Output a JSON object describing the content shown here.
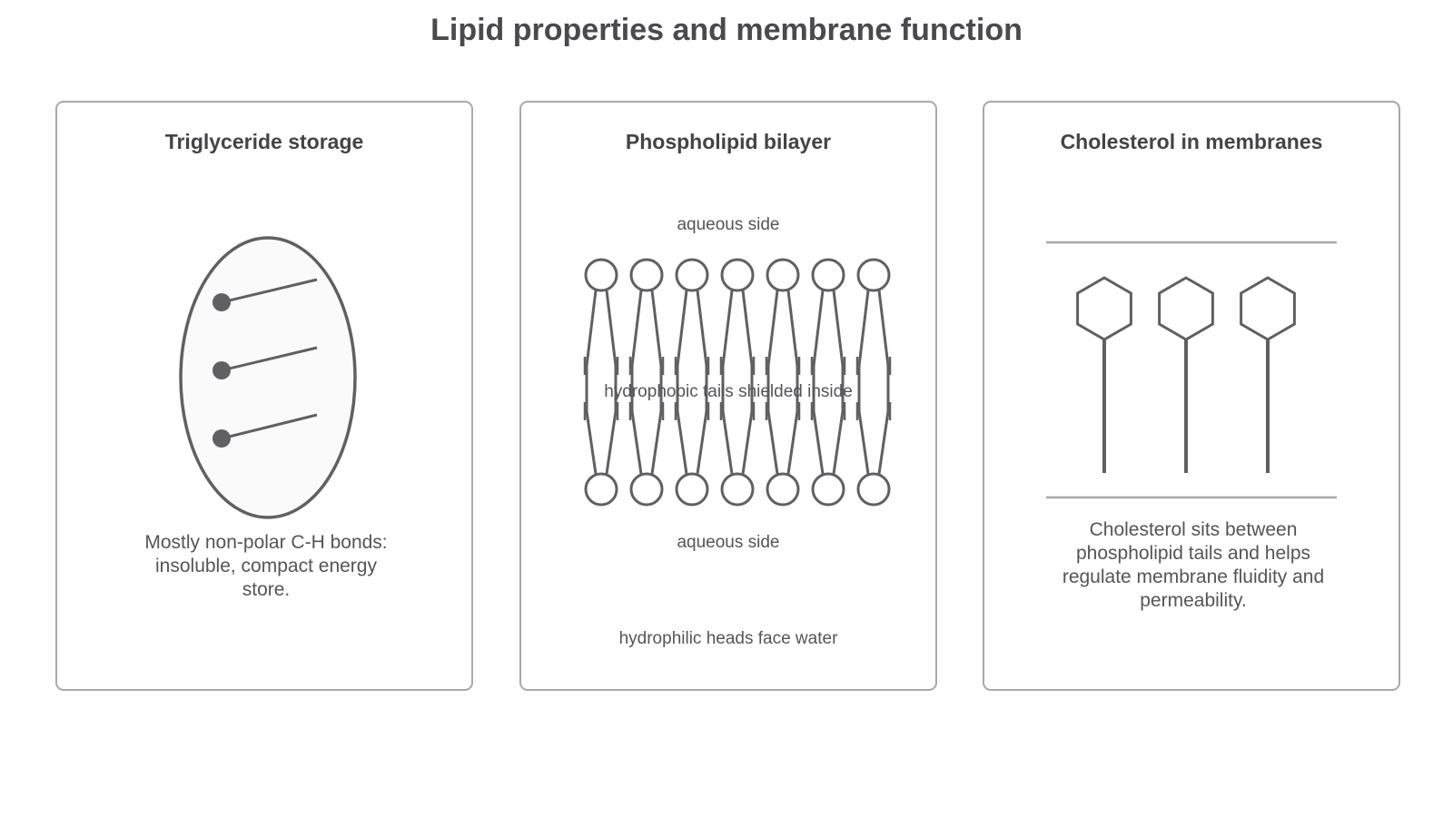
{
  "title": "Lipid properties and membrane function",
  "panels": [
    {
      "title": "Triglyceride storage",
      "caption": "Mostly non-polar C-H bonds: insoluble, compact energy store."
    },
    {
      "title": "Phospholipid bilayer",
      "label_top": "aqueous side",
      "label_middle": "hydrophobic tails shielded inside",
      "label_bottom": "aqueous side",
      "label_footer": "hydrophilic heads face water"
    },
    {
      "title": "Cholesterol in membranes",
      "caption": "Cholesterol sits between phospholipid tails and helps regulate membrane fluidity and permeability."
    }
  ],
  "colors": {
    "stroke": "#606064",
    "border": "#a8a8ac",
    "droplet_fill": "#fafafa"
  }
}
